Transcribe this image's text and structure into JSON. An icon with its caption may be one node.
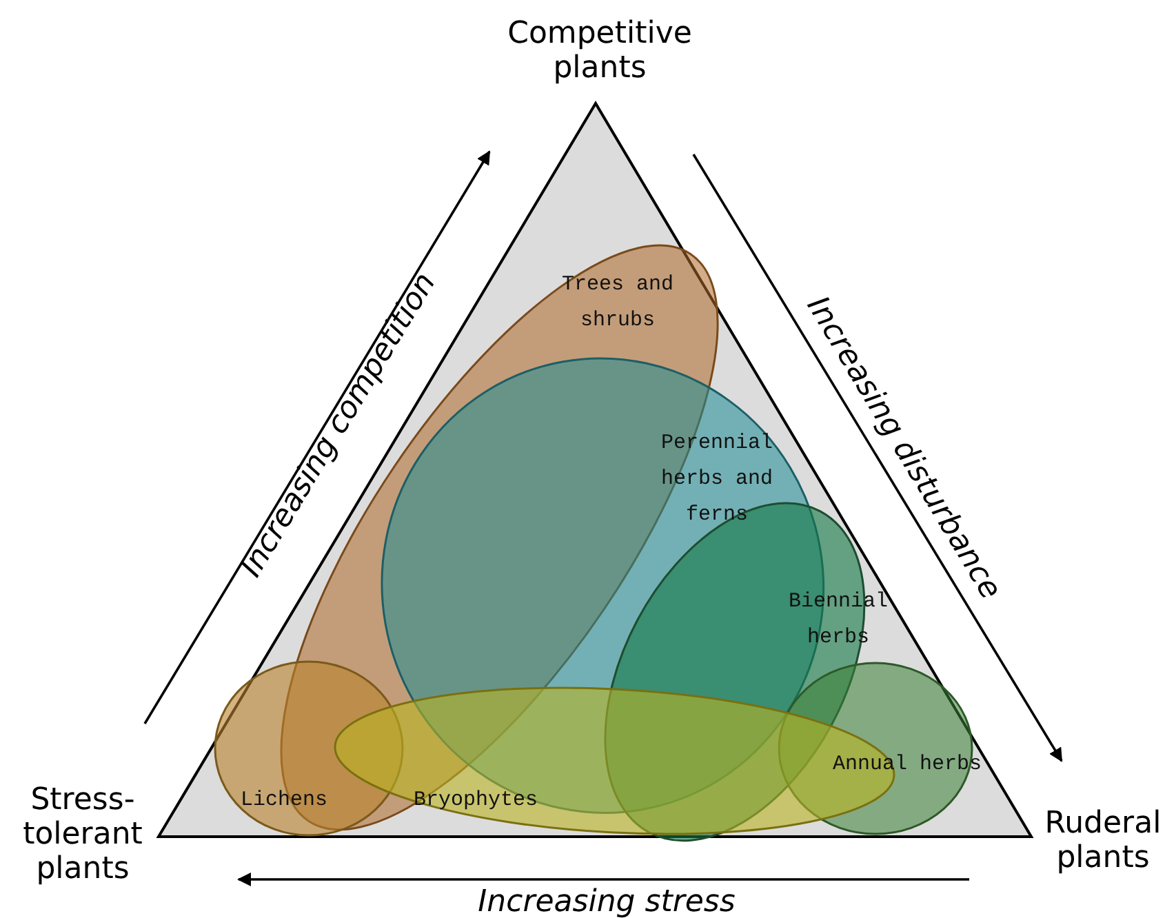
{
  "diagram": {
    "nodes": [
      {
        "text": [
          "Trees and shrubs"
        ]
      },
      {
        "text": [
          "Perennial herbs and ferns"
        ]
      },
      {
        "text": [
          "Biennial herbs"
        ]
      },
      {
        "text": [
          "Annual herbs"
        ]
      },
      {
        "text": [
          "Lichens"
        ]
      },
      {
        "text": [
          "Bryophytes"
        ]
      }
    ],
    "labels": [
      "Competitive plants",
      "Increasing competition",
      "Increasing disturbance",
      "Stress-tolerant plants",
      "Ruderal plants",
      "Increasing stress"
    ]
  }
}
